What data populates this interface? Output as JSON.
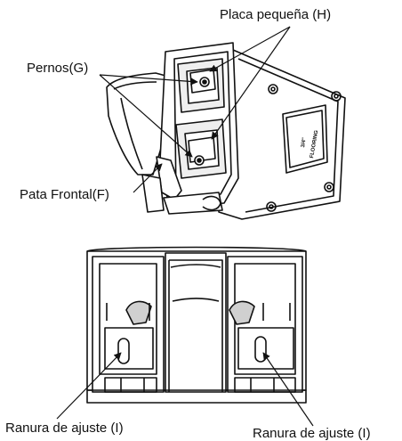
{
  "labels": {
    "placa": "Placa pequeña (H)",
    "pernos": "Pernos(G)",
    "pata": "Pata Frontal(F)",
    "ranura_left": "Ranura de ajuste (I)",
    "ranura_right": "Ranura de ajuste (I)"
  },
  "plate_text": {
    "size": "3/4\"",
    "word": "FLOORING"
  },
  "colors": {
    "line": "#111111",
    "shade": "#c8c8c8",
    "light": "#e6e6e6"
  }
}
